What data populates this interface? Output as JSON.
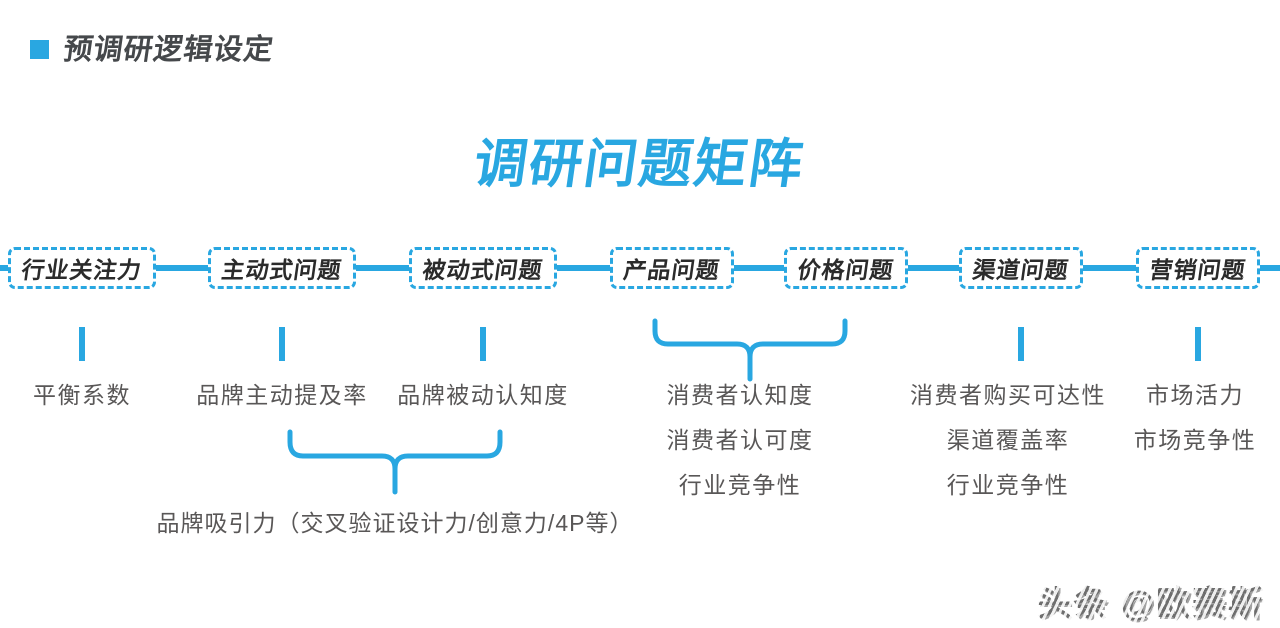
{
  "page": {
    "section_title": "预调研逻辑设定",
    "main_title": "调研问题矩阵",
    "watermark": "头条 @欧赛斯"
  },
  "colors": {
    "accent_blue": "#29A7E1",
    "dark_text": "#2b2b2b",
    "label_gray": "#595757"
  },
  "boxes": [
    {
      "label": "行业关注力"
    },
    {
      "label": "主动式问题"
    },
    {
      "label": "被动式问题"
    },
    {
      "label": "产品问题"
    },
    {
      "label": "价格问题"
    },
    {
      "label": "渠道问题"
    },
    {
      "label": "营销问题"
    }
  ],
  "metrics": {
    "industry_attention": "平衡系数",
    "active_question": "品牌主动提及率",
    "passive_question": "品牌被动认知度",
    "product_price": [
      "消费者认知度",
      "消费者认可度",
      "行业竞争性"
    ],
    "channel": [
      "消费者购买可达性",
      "渠道覆盖率",
      "行业竞争性"
    ],
    "marketing": [
      "市场活力",
      "市场竞争性"
    ],
    "active_passive_joint": "品牌吸引力（交叉验证设计力/创意力/4P等）"
  }
}
